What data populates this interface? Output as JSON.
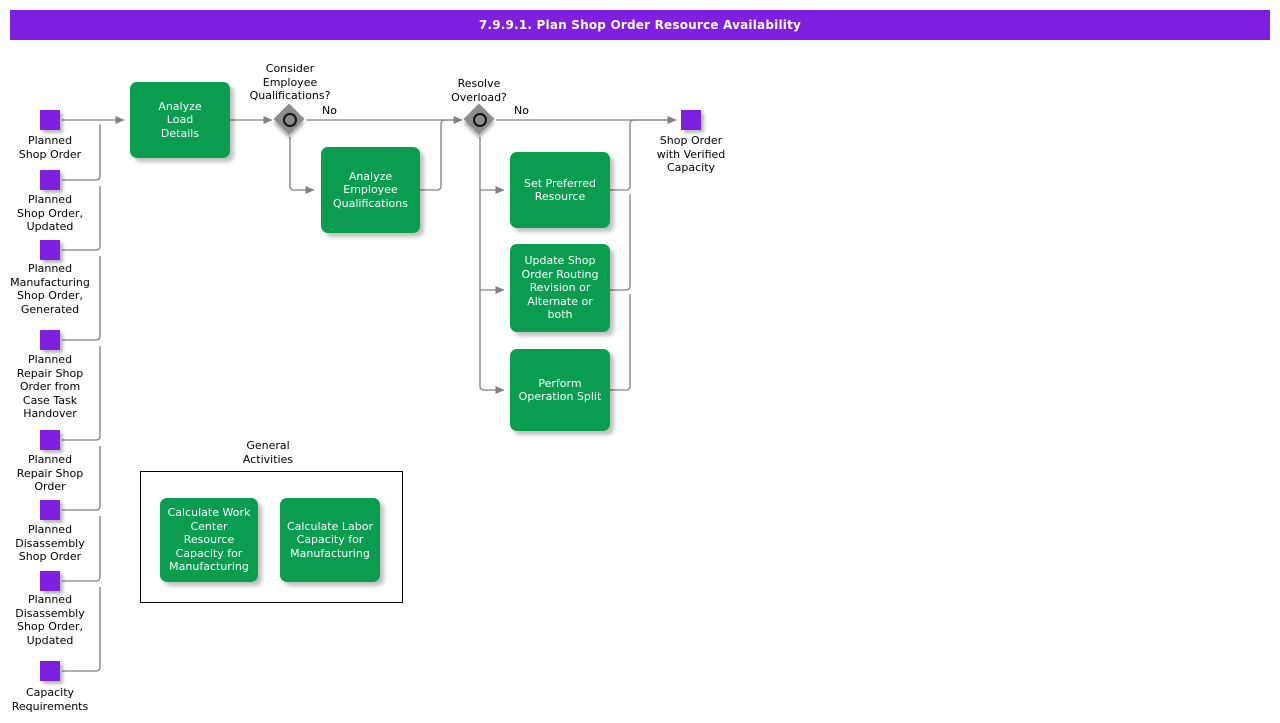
{
  "title": "7.9.9.1. Plan Shop Order Resource Availability",
  "colors": {
    "header_bg": "#7F1FE0",
    "header_text": "#FFFFFF",
    "activity_fill": "#0A9D50",
    "activity_text": "#FFFFFF",
    "data_object_fill": "#7F1FE0",
    "gateway_fill": "#8C8C8C",
    "connector": "#808080",
    "canvas": "#FFFFFF"
  },
  "inputs": [
    {
      "label": "Planned\nShop Order"
    },
    {
      "label": "Planned\nShop Order,\nUpdated"
    },
    {
      "label": "Planned\nManufacturing\nShop Order,\nGenerated"
    },
    {
      "label": "Planned\nRepair Shop\nOrder from\nCase Task\nHandover"
    },
    {
      "label": "Planned\nRepair Shop\nOrder"
    },
    {
      "label": "Planned\nDisassembly\nShop Order"
    },
    {
      "label": "Planned\nDisassembly\nShop Order,\nUpdated"
    },
    {
      "label": "Capacity\nRequirements"
    }
  ],
  "outputs": [
    {
      "label": "Shop Order\nwith Verified\nCapacity"
    }
  ],
  "activities": [
    {
      "id": "analyze-load-details",
      "label": "Analyze\nLoad\nDetails"
    },
    {
      "id": "analyze-employee-qualifications",
      "label": "Analyze\nEmployee\nQualifications"
    },
    {
      "id": "set-preferred-resource",
      "label": "Set Preferred\nResource"
    },
    {
      "id": "update-shop-order-routing",
      "label": "Update Shop\nOrder Routing\nRevision or\nAlternate or\nboth"
    },
    {
      "id": "perform-operation-split",
      "label": "Perform\nOperation Split"
    }
  ],
  "gateways": [
    {
      "id": "consider-employee-qualifications",
      "label": "Consider\nEmployee\nQualifications?",
      "branch_label": "No"
    },
    {
      "id": "resolve-overload",
      "label": "Resolve\nOverload?",
      "branch_label": "No"
    }
  ],
  "general_activities": {
    "label": "General\nActivities",
    "items": [
      {
        "id": "calculate-work-center-resource-capacity",
        "label": "Calculate Work\nCenter Resource\nCapacity for\nManufacturing"
      },
      {
        "id": "calculate-labor-capacity",
        "label": "Calculate Labor\nCapacity for\nManufacturing"
      }
    ]
  }
}
